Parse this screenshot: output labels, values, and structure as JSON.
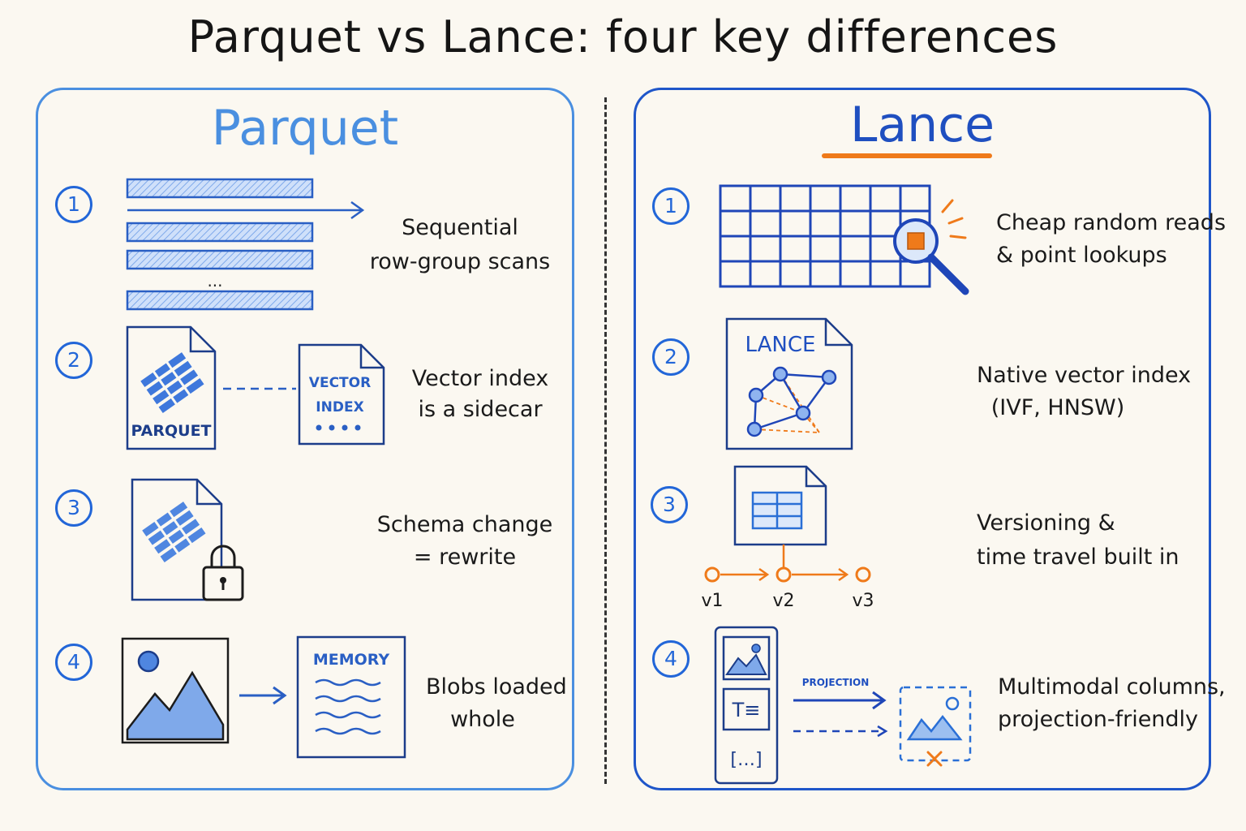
{
  "title": "Parquet vs Lance: four key differences",
  "parquet": {
    "title": "Parquet",
    "items": [
      {
        "num": "1",
        "line1": "Sequential",
        "line2": "row-group scans",
        "ellipsis": "..."
      },
      {
        "num": "2",
        "line1": "Vector index",
        "line2": "is a sidecar",
        "file_label": "PARQUET",
        "index_label_1": "VECTOR",
        "index_label_2": "INDEX"
      },
      {
        "num": "3",
        "line1": "Schema change",
        "line2": "=  rewrite"
      },
      {
        "num": "4",
        "line1": "Blobs loaded",
        "line2": "whole",
        "memory_label": "MEMORY"
      }
    ]
  },
  "lance": {
    "title": "Lance",
    "items": [
      {
        "num": "1",
        "line1": "Cheap random reads",
        "line2": "& point lookups"
      },
      {
        "num": "2",
        "line1": "Native vector index",
        "line2": "(IVF, HNSW)",
        "file_label": "LANCE"
      },
      {
        "num": "3",
        "line1": "Versioning &",
        "line2": "time travel built in",
        "versions": [
          "v1",
          "v2",
          "v3"
        ]
      },
      {
        "num": "4",
        "line1": "Multimodal columns,",
        "line2": "projection-friendly",
        "projection_label": "PROJECTION",
        "text_icon": "T≡",
        "bracket_icon": "[…]"
      }
    ]
  },
  "colors": {
    "parquet_accent": "#4a8fe0",
    "lance_accent": "#1f4fc0",
    "highlight": "#ef7a1a"
  }
}
